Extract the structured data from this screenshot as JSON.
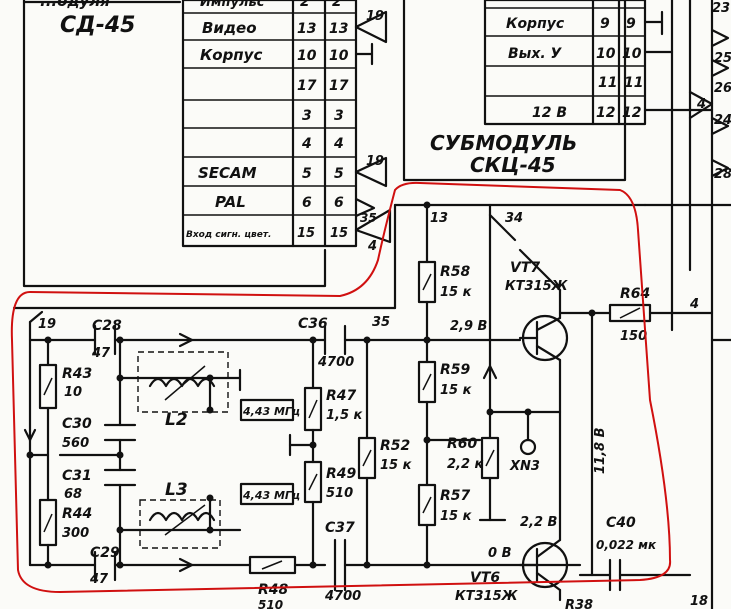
{
  "module_sd": {
    "name": "СД-45",
    "partial_title": "...одуля",
    "pins": [
      {
        "signal": "Импульс",
        "a": "2",
        "b": "2"
      },
      {
        "signal": "Видео",
        "a": "13",
        "b": "13"
      },
      {
        "signal": "Корпус",
        "a": "10",
        "b": "10"
      },
      {
        "signal": "",
        "a": "17",
        "b": "17"
      },
      {
        "signal": "",
        "a": "3",
        "b": "3"
      },
      {
        "signal": "",
        "a": "4",
        "b": "4"
      },
      {
        "signal": "SECAM",
        "a": "5",
        "b": "5"
      },
      {
        "signal": "PAL",
        "a": "6",
        "b": "6"
      },
      {
        "signal": "Вход сигн. цвет.",
        "a": "15",
        "b": "15"
      }
    ],
    "side_markers": [
      "19",
      "19",
      "35",
      "4"
    ]
  },
  "module_skc": {
    "title_line1": "СУБМОДУЛЬ",
    "title_line2": "СКЦ-45",
    "pins": [
      {
        "signal": "Корпус",
        "a": "9",
        "b": "9"
      },
      {
        "signal": "Вых. У",
        "a": "10",
        "b": "10"
      },
      {
        "signal": "",
        "a": "11",
        "b": "11"
      },
      {
        "signal": "12 В",
        "a": "12",
        "b": "12"
      }
    ],
    "side_marker": "4",
    "right_numbers": [
      "23",
      "25",
      "26",
      "24",
      "28"
    ]
  },
  "components": {
    "C28": {
      "ref": "C28",
      "value": "47"
    },
    "R43": {
      "ref": "R43",
      "value": "10"
    },
    "C30": {
      "ref": "C30",
      "value": "560"
    },
    "C31": {
      "ref": "C31",
      "value": "68"
    },
    "R44": {
      "ref": "R44",
      "value": "300"
    },
    "C29": {
      "ref": "C29",
      "value": "47"
    },
    "L2": {
      "ref": "L2"
    },
    "L3": {
      "ref": "L3"
    },
    "F1": {
      "value": "4,43 МГц"
    },
    "F2": {
      "value": "4,43 МГц"
    },
    "C36": {
      "ref": "C36",
      "value": "4700"
    },
    "R47": {
      "ref": "R47",
      "value": "1,5 к"
    },
    "R49": {
      "ref": "R49",
      "value": "510"
    },
    "C37": {
      "ref": "C37",
      "value": "4700"
    },
    "R48": {
      "ref": "R48",
      "value": "510"
    },
    "R52": {
      "ref": "R52",
      "value": "15 к"
    },
    "R58": {
      "ref": "R58",
      "value": "15 к"
    },
    "R59": {
      "ref": "R59",
      "value": "15 к"
    },
    "R60": {
      "ref": "R60",
      "value": "2,2 к"
    },
    "R57": {
      "ref": "R57",
      "value": "15 к"
    },
    "XN3": {
      "ref": "XN3"
    },
    "VT7": {
      "ref": "VT7",
      "type": "КТ315Ж"
    },
    "VT6": {
      "ref": "VT6",
      "type": "КТ315Ж"
    },
    "R64": {
      "ref": "R64",
      "value": "150"
    },
    "C40": {
      "ref": "C40",
      "value": "0,022 мк"
    },
    "R38": {
      "ref": "R38"
    }
  },
  "nodes": {
    "n19": "19",
    "n35": "35",
    "n13": "13",
    "n34": "34",
    "v298": "2,9 В",
    "v118": "11,8 В",
    "v22": "2,2 В",
    "v0": "0 В",
    "n4": "4",
    "n18": "18"
  },
  "colors": {
    "ink": "#111111",
    "highlight": "#d01010",
    "paper": "#fbfbf8"
  }
}
